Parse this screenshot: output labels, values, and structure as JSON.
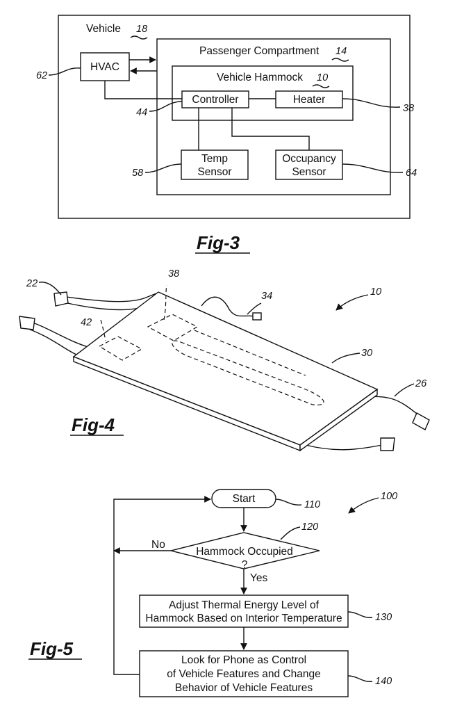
{
  "fig3": {
    "vehicle": "Vehicle",
    "vehicle_ref": "18",
    "passenger": "Passenger Compartment",
    "passenger_ref": "14",
    "hammock": "Vehicle Hammock",
    "hammock_ref": "10",
    "hvac": "HVAC",
    "hvac_ref": "62",
    "controller": "Controller",
    "controller_ref": "44",
    "heater": "Heater",
    "heater_ref": "38",
    "temp_line1": "Temp",
    "temp_line2": "Sensor",
    "temp_ref": "58",
    "occ_line1": "Occupancy",
    "occ_line2": "Sensor",
    "occ_ref": "64",
    "caption": "Fig-3"
  },
  "fig4": {
    "caption": "Fig-4",
    "refs": {
      "r22": "22",
      "r38": "38",
      "r34": "34",
      "r10": "10",
      "r42": "42",
      "r30": "30",
      "r26": "26"
    }
  },
  "fig5": {
    "caption": "Fig-5",
    "start": "Start",
    "start_ref": "110",
    "decision_line1": "Hammock Occupied",
    "decision_line2": "?",
    "decision_ref": "120",
    "no": "No",
    "yes": "Yes",
    "adjust_line1": "Adjust Thermal Energy Level of",
    "adjust_line2": "Hammock Based on Interior Temperature",
    "adjust_ref": "130",
    "phone_line1": "Look for Phone as Control",
    "phone_line2": "of Vehicle Features and Change",
    "phone_line3": "Behavior of Vehicle Features",
    "phone_ref": "140",
    "flow_ref": "100"
  }
}
